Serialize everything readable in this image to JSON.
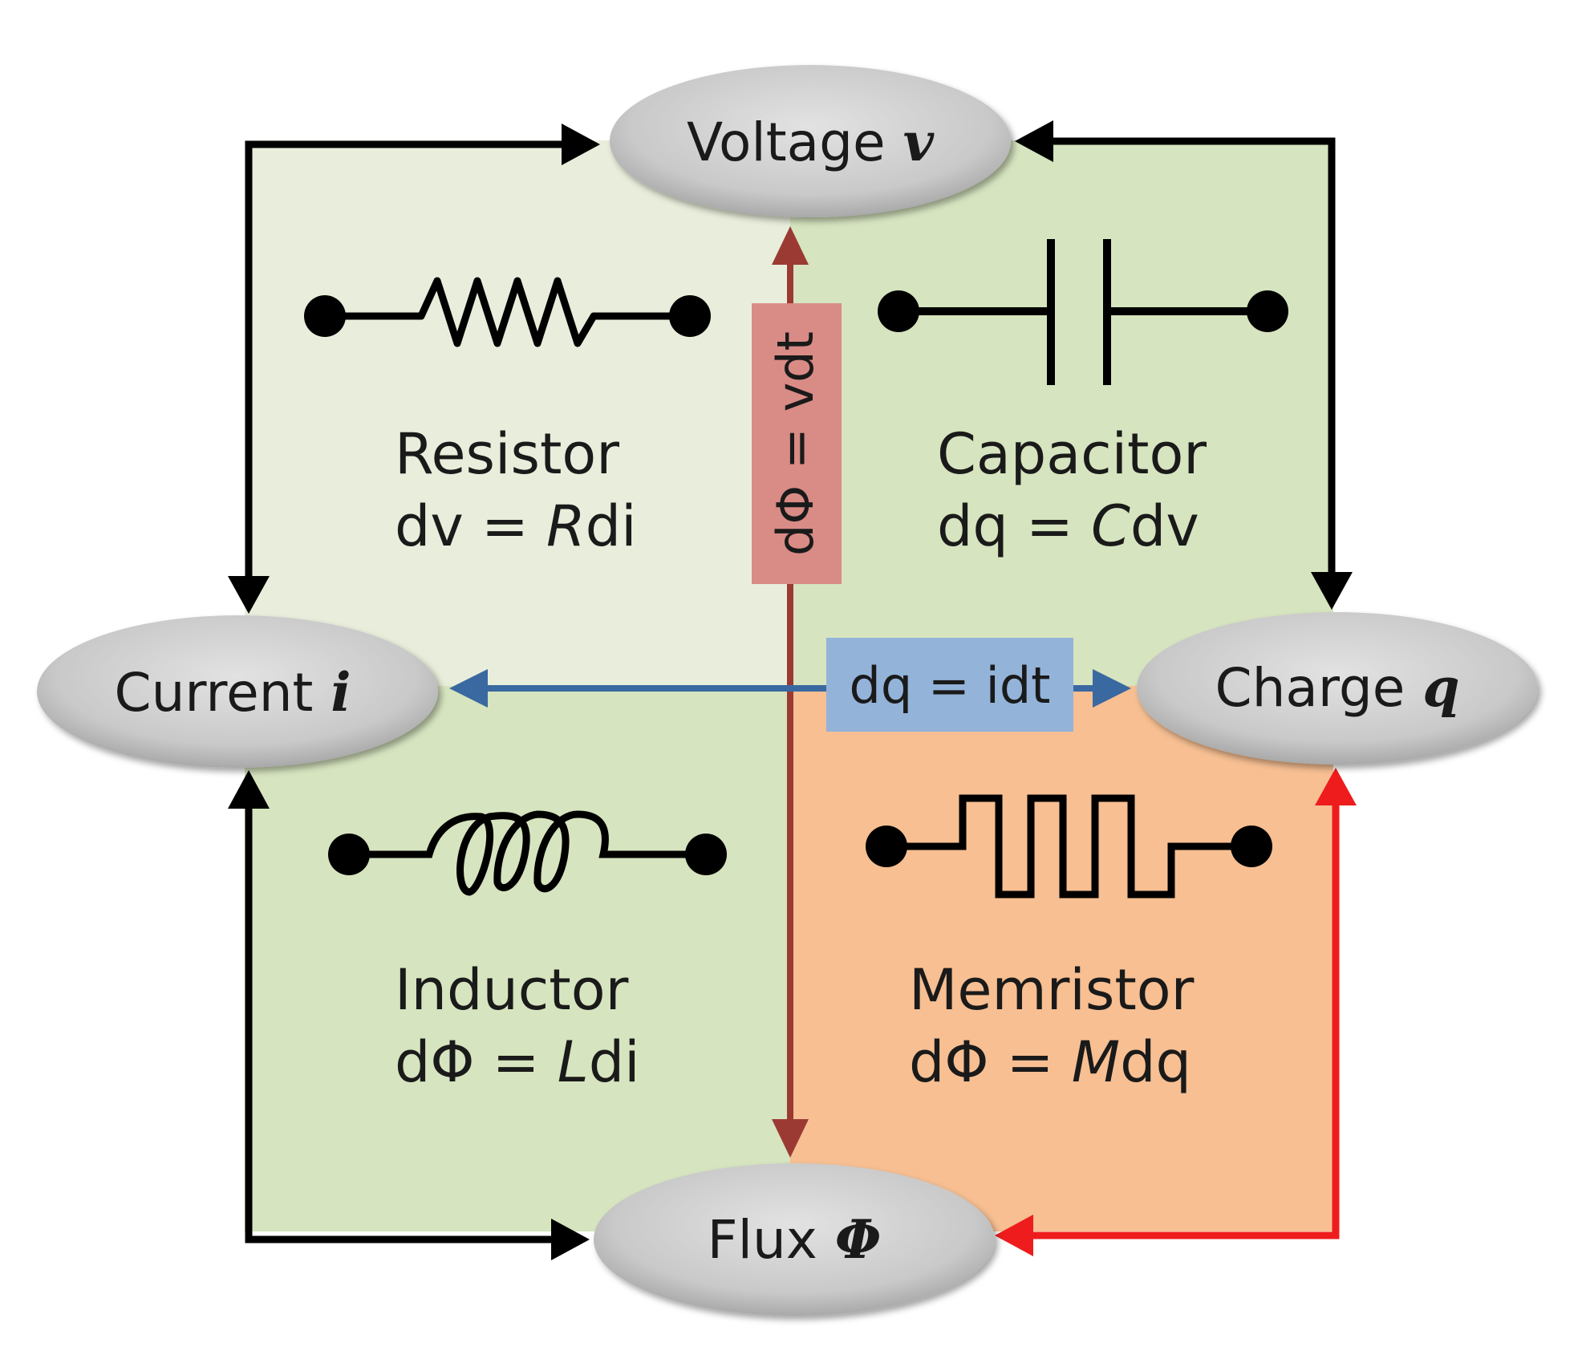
{
  "nodes": {
    "voltage": {
      "label": "Voltage",
      "symbol": "v"
    },
    "current": {
      "label": "Current",
      "symbol": "i"
    },
    "charge": {
      "label": "Charge",
      "symbol": "q"
    },
    "flux": {
      "label": "Flux",
      "symbol": "Φ"
    }
  },
  "components": {
    "resistor": {
      "name": "Resistor",
      "eq_a": "dv",
      "eq_b": " = ",
      "eq_c": "R",
      "eq_d": "di"
    },
    "capacitor": {
      "name": "Capacitor",
      "eq_a": "dq",
      "eq_b": " = ",
      "eq_c": "C",
      "eq_d": "dv"
    },
    "inductor": {
      "name": "Inductor",
      "eq_a": "dΦ",
      "eq_b": " = ",
      "eq_c": "L",
      "eq_d": "di"
    },
    "memristor": {
      "name": "Memristor",
      "eq_a": "dΦ",
      "eq_b": " = ",
      "eq_c": "M",
      "eq_d": "dq"
    }
  },
  "relations": {
    "flux_voltage": "dΦ = vdt",
    "charge_current": "dq = idt"
  },
  "colors": {
    "quadrant_resistor": "#e8eedb",
    "quadrant_green": "#d6e4bf",
    "quadrant_memristor": "#f7bf92",
    "node_fill": "#c8c8c8",
    "flux_voltage_arrow": "#9b3a33",
    "flux_voltage_box": "#d98b86",
    "charge_current_arrow": "#3a68a0",
    "charge_current_box": "#93b3d9",
    "memristor_arrow": "#ee1c1c",
    "black_arrow": "#000000"
  }
}
